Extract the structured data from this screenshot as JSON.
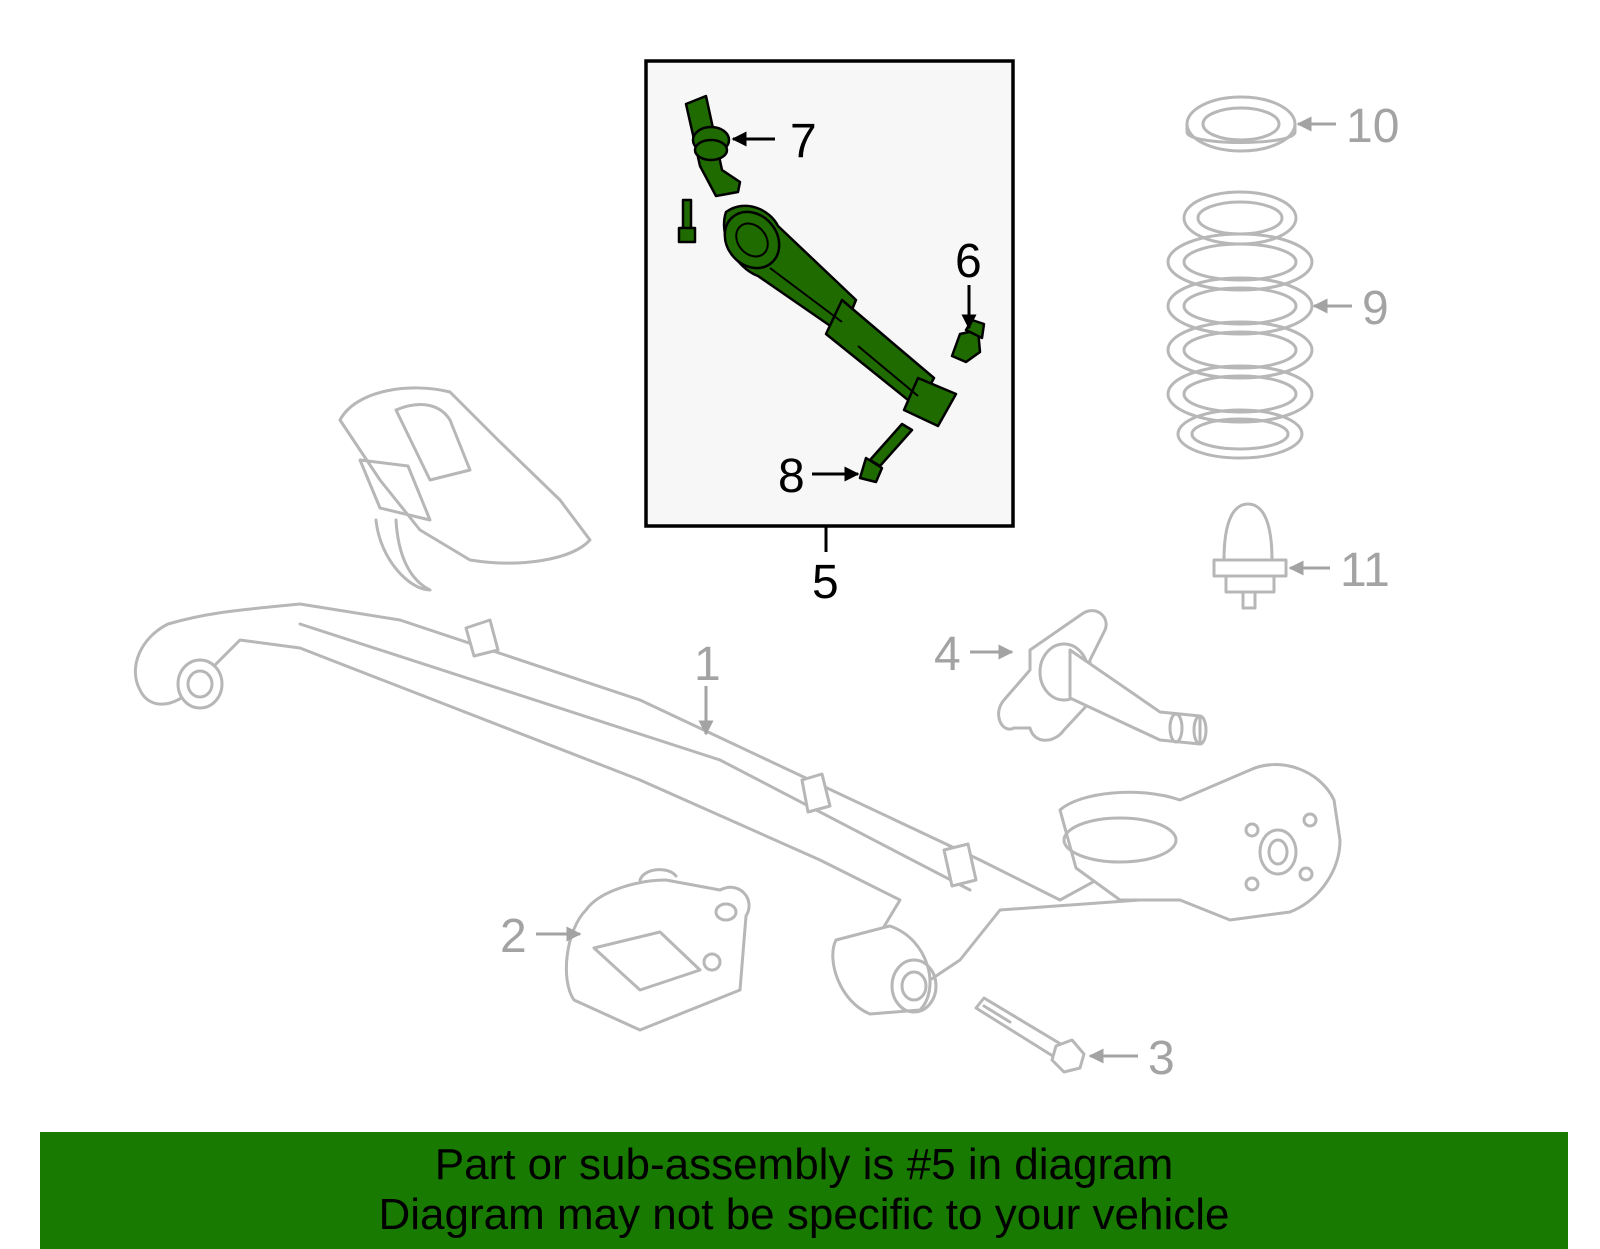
{
  "diagram": {
    "callouts": {
      "c1": "1",
      "c2": "2",
      "c3": "3",
      "c4": "4",
      "c5": "5",
      "c6": "6",
      "c7": "7",
      "c8": "8",
      "c9": "9",
      "c10": "10",
      "c11": "11"
    },
    "highlight_color": "#1f6b00",
    "inactive_color": "#b7b7b7"
  },
  "banner": {
    "line1": "Part or sub-assembly is #5 in diagram",
    "line2": "Diagram may not be specific to your vehicle",
    "background": "#197a01"
  }
}
